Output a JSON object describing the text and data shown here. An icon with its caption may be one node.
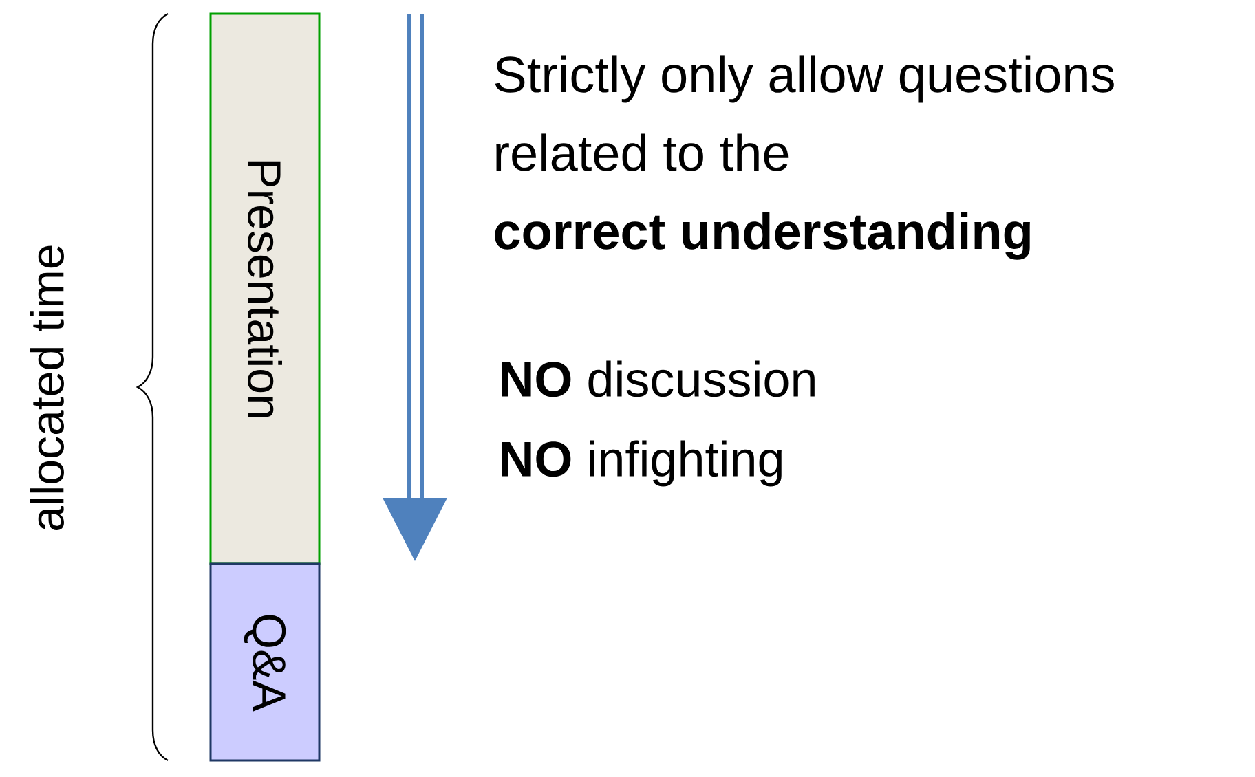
{
  "diagram": {
    "nodes": [
      {
        "text": [
          "Presentation"
        ]
      },
      {
        "text": [
          "Q&A"
        ]
      }
    ],
    "edges": [],
    "labels": [
      "allocated time",
      "Strictly only allow questions related to the **correct understanding**",
      "**NO** discussion",
      "**NO** infighting"
    ]
  }
}
